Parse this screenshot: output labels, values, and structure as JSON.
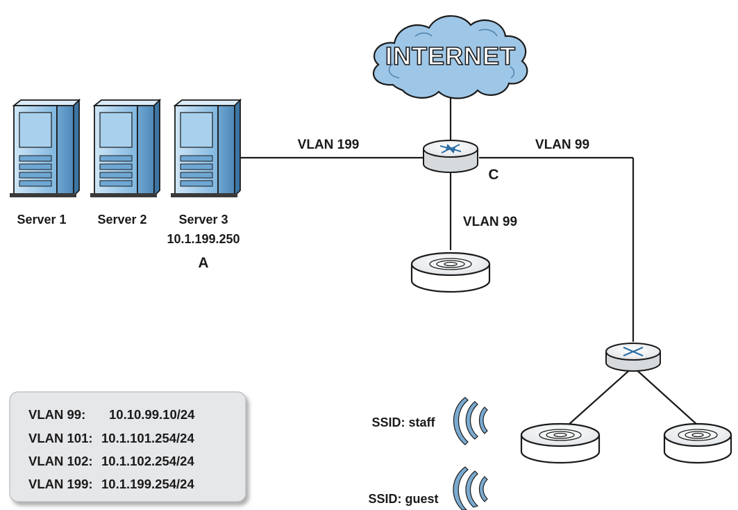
{
  "cloud": {
    "label": "INTERNET"
  },
  "links": {
    "server_link": "VLAN 199",
    "ap_link": "VLAN 99",
    "right_link": "VLAN 99"
  },
  "markers": {
    "a": "A",
    "c": "C"
  },
  "servers": [
    {
      "name": "Server 1"
    },
    {
      "name": "Server 2"
    },
    {
      "name": "Server 3",
      "ip": "10.1.199.250"
    }
  ],
  "ssids": [
    {
      "label": "SSID: staff"
    },
    {
      "label": "SSID: guest"
    }
  ],
  "legend": [
    {
      "vlan": "VLAN 99:",
      "address": "10.10.99.10/24"
    },
    {
      "vlan": "VLAN 101:",
      "address": "10.1.101.254/24"
    },
    {
      "vlan": "VLAN 102:",
      "address": "10.1.102.254/24"
    },
    {
      "vlan": "VLAN 199:",
      "address": "10.1.199.254/24"
    }
  ],
  "colors": {
    "cloud_fill": "#9ec6e6",
    "cloud_stroke": "#1a1a1a",
    "server_blue": "#8fc3e8",
    "legend_fill": "#e6e7e9",
    "wave_color": "#5a8fb8"
  }
}
